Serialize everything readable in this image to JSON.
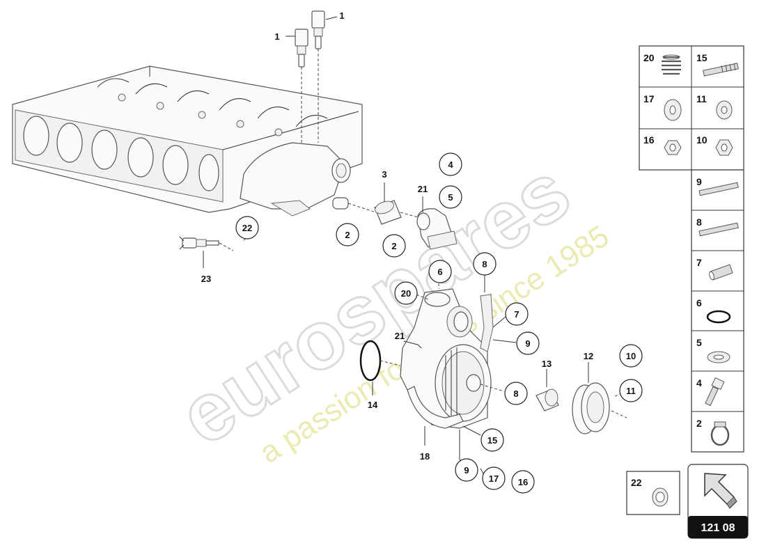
{
  "callouts": [
    {
      "id": "c1a",
      "text": "1",
      "circled": false
    },
    {
      "id": "c1b",
      "text": "1",
      "circled": false
    },
    {
      "id": "c22",
      "text": "22",
      "circled": true
    },
    {
      "id": "c23",
      "text": "23",
      "circled": false
    },
    {
      "id": "c2a",
      "text": "2",
      "circled": true
    },
    {
      "id": "c3",
      "text": "3",
      "circled": false
    },
    {
      "id": "c2b",
      "text": "2",
      "circled": true
    },
    {
      "id": "c21a",
      "text": "21",
      "circled": false
    },
    {
      "id": "c4",
      "text": "4",
      "circled": true
    },
    {
      "id": "c5",
      "text": "5",
      "circled": true
    },
    {
      "id": "c6",
      "text": "6",
      "circled": true
    },
    {
      "id": "c8a",
      "text": "8",
      "circled": true
    },
    {
      "id": "c20",
      "text": "20",
      "circled": true
    },
    {
      "id": "c7",
      "text": "7",
      "circled": true
    },
    {
      "id": "c21b",
      "text": "21",
      "circled": false
    },
    {
      "id": "c9a",
      "text": "9",
      "circled": true
    },
    {
      "id": "c14",
      "text": "14",
      "circled": false
    },
    {
      "id": "c13",
      "text": "13",
      "circled": false
    },
    {
      "id": "c12",
      "text": "12",
      "circled": false
    },
    {
      "id": "c10",
      "text": "10",
      "circled": true
    },
    {
      "id": "c11",
      "text": "11",
      "circled": true
    },
    {
      "id": "c8b",
      "text": "8",
      "circled": true
    },
    {
      "id": "c15",
      "text": "15",
      "circled": true
    },
    {
      "id": "c18",
      "text": "18",
      "circled": false
    },
    {
      "id": "c9b",
      "text": "9",
      "circled": true
    },
    {
      "id": "c17",
      "text": "17",
      "circled": true
    },
    {
      "id": "c16",
      "text": "16",
      "circled": true
    }
  ],
  "parts_table": {
    "pairs": [
      {
        "left": "20",
        "right": "15"
      },
      {
        "left": "17",
        "right": "11"
      },
      {
        "left": "16",
        "right": "10"
      }
    ],
    "singles": [
      "9",
      "8",
      "7",
      "6",
      "5",
      "4",
      "2"
    ]
  },
  "extra_box": {
    "label": "22"
  },
  "page_ref": "121 08",
  "watermark": {
    "brand": "eurospares",
    "tagline": "a passion for parts since 1985"
  }
}
